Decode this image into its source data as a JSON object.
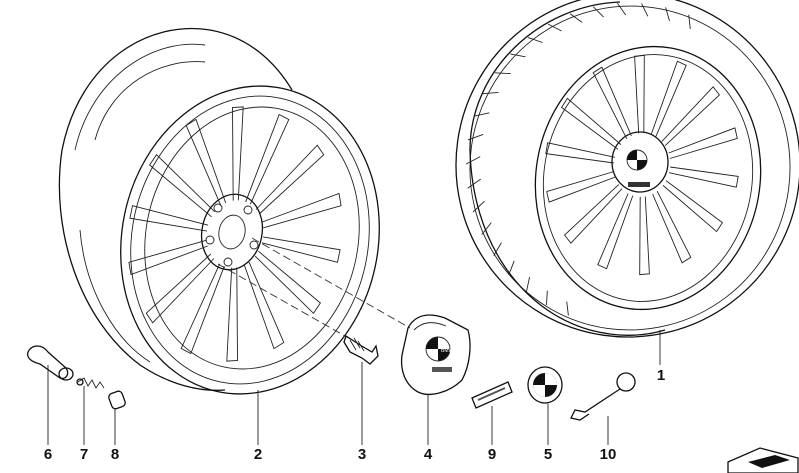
{
  "parts": [
    {
      "id": "1",
      "label": "1"
    },
    {
      "id": "2",
      "label": "2"
    },
    {
      "id": "3",
      "label": "3"
    },
    {
      "id": "4",
      "label": "4"
    },
    {
      "id": "5",
      "label": "5"
    },
    {
      "id": "6",
      "label": "6"
    },
    {
      "id": "7",
      "label": "7"
    },
    {
      "id": "8",
      "label": "8"
    },
    {
      "id": "9",
      "label": "9"
    },
    {
      "id": "10",
      "label": "10"
    }
  ],
  "emblem_text": "BMW"
}
